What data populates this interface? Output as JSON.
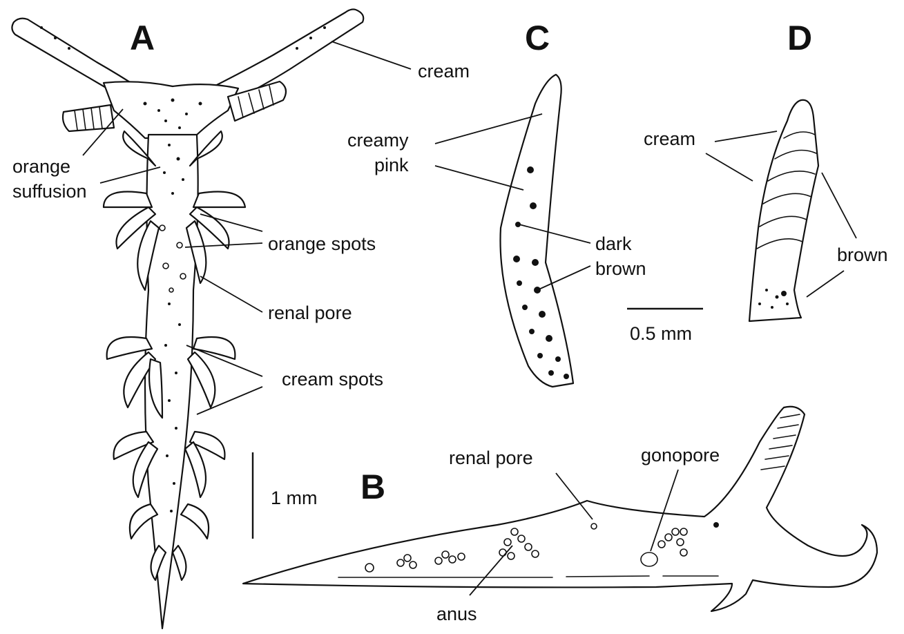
{
  "panels": {
    "a": "A",
    "b": "B",
    "c": "C",
    "d": "D"
  },
  "labels": {
    "a_cream": "cream",
    "a_orange_1": "orange",
    "a_orange_2": "suffusion",
    "a_orange_spots": "orange spots",
    "a_renal_pore": "renal pore",
    "a_cream_spots": "cream spots",
    "c_creamy": "creamy",
    "c_pink": "pink",
    "c_dark": "dark",
    "c_brown": "brown",
    "d_cream": "cream",
    "d_brown": "brown",
    "b_renal_pore": "renal pore",
    "b_gonopore": "gonopore",
    "b_anus": "anus"
  },
  "scale_bars": {
    "bar_1mm": "1 mm",
    "bar_05mm": "0.5 mm"
  }
}
